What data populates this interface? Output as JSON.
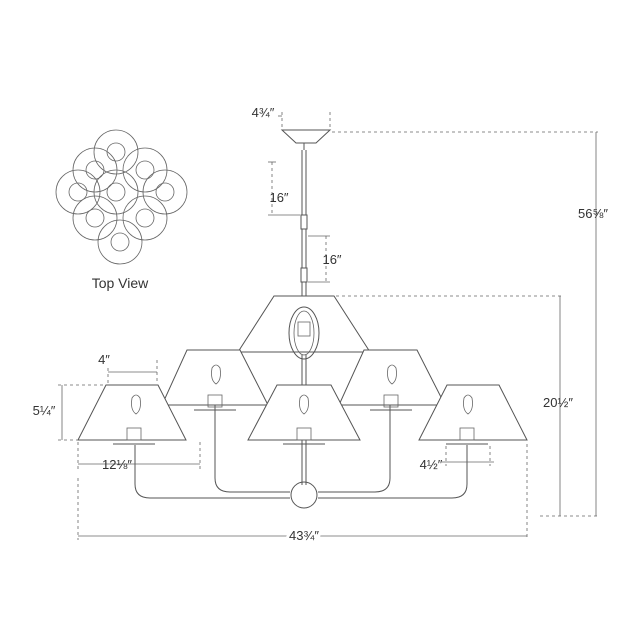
{
  "top_view": {
    "caption": "Top View"
  },
  "dimensions": {
    "canopy_width": "4¾″",
    "stem_upper": "16″",
    "stem_lower": "16″",
    "overall_height": "56⅝″",
    "fixture_height": "20½″",
    "shade_top": "4″",
    "shade_height": "5¼″",
    "shade_bottom": "12⅛″",
    "backplate": "4½″",
    "overall_width": "43¾″"
  }
}
